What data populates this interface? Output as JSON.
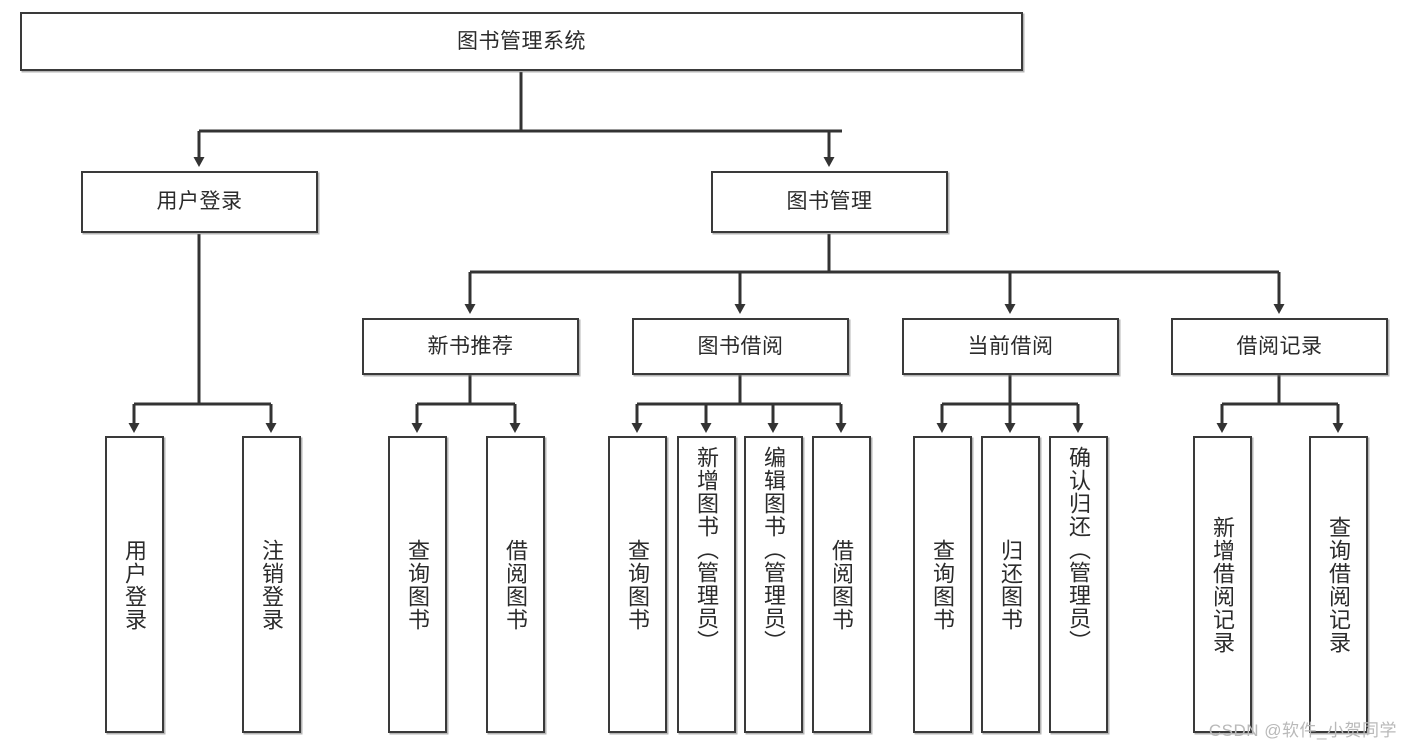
{
  "diagram": {
    "type": "tree-hierarchy",
    "title": "图书管理系统",
    "watermark": "CSDN @软件_小贺同学",
    "colors": {
      "box_border": "#3a3a3a",
      "box_fill": "#ffffff",
      "connector": "#333333",
      "text": "#2b2b2b",
      "watermark": "#b9b9b9"
    },
    "root": {
      "label": "图书管理系统"
    },
    "level2": [
      {
        "label": "用户登录"
      },
      {
        "label": "图书管理"
      }
    ],
    "level3": [
      {
        "label": "新书推荐"
      },
      {
        "label": "图书借阅"
      },
      {
        "label": "当前借阅"
      },
      {
        "label": "借阅记录"
      }
    ],
    "leaves": {
      "user_login": [
        {
          "label": "用户登录"
        },
        {
          "label": "注销登录"
        }
      ],
      "new_book": [
        {
          "label": "查询图书"
        },
        {
          "label": "借阅图书"
        }
      ],
      "book_borrow": [
        {
          "label": "查询图书"
        },
        {
          "label": "新增图书（管理员）"
        },
        {
          "label": "编辑图书（管理员）"
        },
        {
          "label": "借阅图书"
        }
      ],
      "current_borrow": [
        {
          "label": "查询图书"
        },
        {
          "label": "归还图书"
        },
        {
          "label": "确认归还（管理员）"
        }
      ],
      "borrow_record": [
        {
          "label": "新增借阅记录"
        },
        {
          "label": "查询借阅记录"
        }
      ]
    }
  }
}
